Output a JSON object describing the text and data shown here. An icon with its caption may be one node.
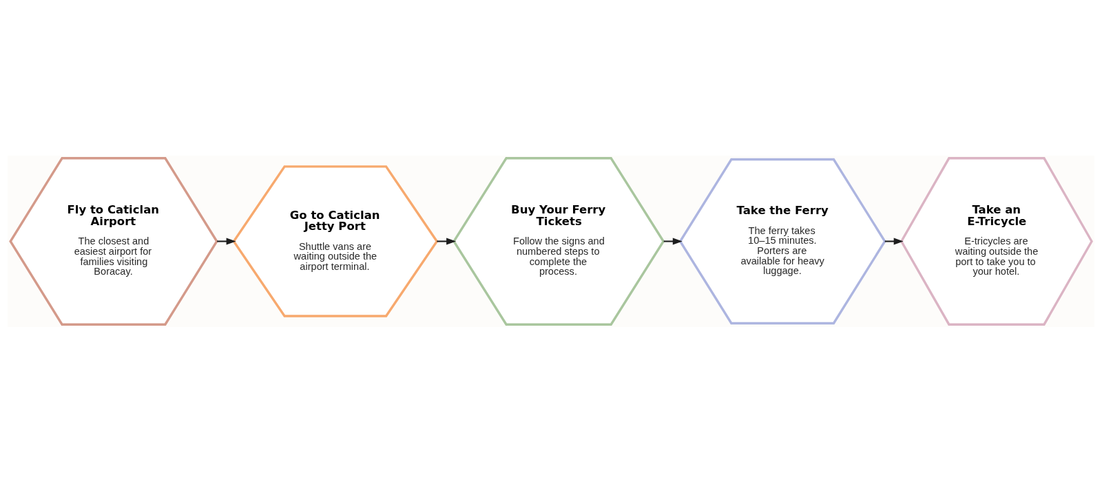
{
  "diagram": {
    "nodes": [
      {
        "text": [
          "Fly to Caticlan Airport",
          "The closest and easiest airport for families visiting Boracay."
        ]
      },
      {
        "text": [
          "Go to Caticlan Jetty Port",
          "Shuttle vans are waiting outside the airport terminal."
        ]
      },
      {
        "text": [
          "Buy Your Ferry Tickets",
          "Follow the signs and numbered steps to complete the process."
        ]
      },
      {
        "text": [
          "Take the Ferry",
          "The ferry takes 10–15 minutes. Porters are available for heavy luggage."
        ]
      },
      {
        "text": [
          "Take an E-Tricycle",
          "E-tricycles are waiting outside the port to take you to your hotel."
        ]
      }
    ],
    "edges": [
      {
        "from": 0,
        "to": 1,
        "arrow": "to"
      },
      {
        "from": 1,
        "to": 2,
        "arrow": "to"
      },
      {
        "from": 2,
        "to": 3,
        "arrow": "to"
      },
      {
        "from": 3,
        "to": 4,
        "arrow": "to"
      }
    ]
  }
}
